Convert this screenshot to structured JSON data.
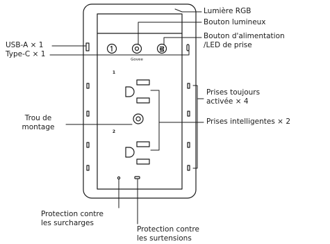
{
  "diagram": {
    "brand": "Govee",
    "outlet_numbers": [
      "1",
      "2"
    ]
  },
  "labels": {
    "rgb_light": "Lumière RGB",
    "light_button": "Bouton lumineux",
    "power_button_1": "Bouton d'alimentation",
    "power_button_2": "/LED de prise",
    "usb_a": "USB-A × 1",
    "usb_c": "Type-C × 1",
    "always_on_1": "Prises toujours",
    "always_on_2": "activée × 4",
    "smart_outlets": "Prises intelligentes × 2",
    "mount_hole_1": "Trou de",
    "mount_hole_2": "montage",
    "overload_1": "Protection contre",
    "overload_2": "les surcharges",
    "surge_1": "Protection contre",
    "surge_2": "les surtensions"
  },
  "colors": {
    "line": "#1a1a1a",
    "background": "#ffffff"
  }
}
